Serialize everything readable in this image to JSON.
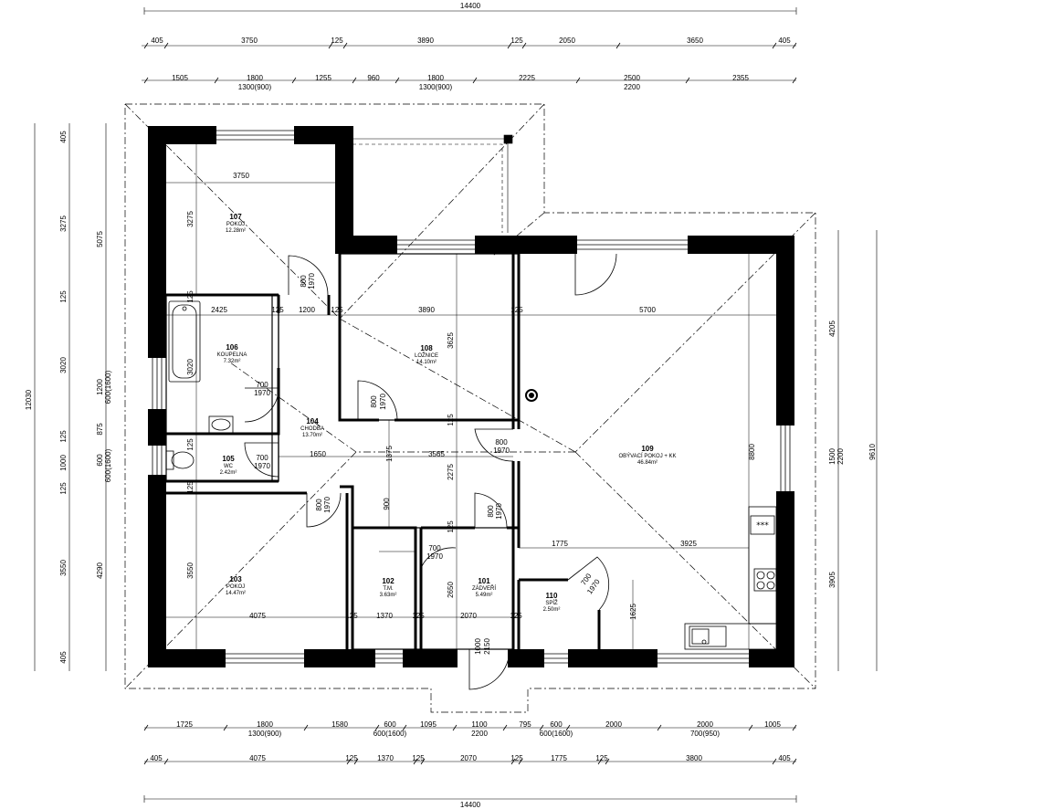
{
  "top_dims": {
    "total": "14400",
    "row1": [
      "405",
      "3750",
      "125",
      "3890",
      "125",
      "2050",
      "3650",
      "405"
    ],
    "row2": [
      "1505",
      "1800",
      "1255",
      "960",
      "1800",
      "2225",
      "2500",
      "2355"
    ],
    "row2_sub": [
      "1300(900)",
      "1300(900)",
      "2200"
    ]
  },
  "bottom_dims": {
    "total": "14400",
    "row1": [
      "1725",
      "1800",
      "1580",
      "600",
      "1095",
      "1100",
      "795",
      "600",
      "2000",
      "2000",
      "1005"
    ],
    "row1_sub": [
      "1300(900)",
      "600(1600)",
      "2200",
      "600(1600)",
      "700(950)"
    ],
    "row2": [
      "405",
      "4075",
      "125",
      "1370",
      "125",
      "2070",
      "125",
      "1775",
      "125",
      "3800",
      "405"
    ]
  },
  "left_dims": {
    "total": "12030",
    "col1": [
      "405",
      "3275",
      "125",
      "3020",
      "125",
      "1000",
      "125",
      "3550",
      "405"
    ],
    "col2": [
      "5075",
      "1200",
      "600(1600)",
      "875",
      "600",
      "600(1600)",
      "4290"
    ]
  },
  "right_dims": {
    "total": "9610",
    "col1": [
      "4205",
      "1500",
      "2200",
      "3905"
    ]
  },
  "rooms": [
    {
      "num": "107",
      "name": "POKOJ",
      "area": "12.28m²"
    },
    {
      "num": "106",
      "name": "KOUPELNA",
      "area": "7.32m²"
    },
    {
      "num": "108",
      "name": "LOŽNICE",
      "area": "14.10m²"
    },
    {
      "num": "109",
      "name": "OBÝVACÍ POKOJ + KK",
      "area": "46.84m²"
    },
    {
      "num": "104",
      "name": "CHODBA",
      "area": "13.70m²"
    },
    {
      "num": "105",
      "name": "WC",
      "area": "2.42m²"
    },
    {
      "num": "103",
      "name": "POKOJ",
      "area": "14.47m²"
    },
    {
      "num": "102",
      "name": "T.M.",
      "area": "3.63m²"
    },
    {
      "num": "101",
      "name": "ZÁDVEŘÍ",
      "area": "5.49m²"
    },
    {
      "num": "110",
      "name": "SPÍŽ",
      "area": "2.50m²"
    }
  ],
  "inner_dims": {
    "r107_w": "3750",
    "r107_h": "3275",
    "r106_w": "2425",
    "r106_h": "3020",
    "c_1200": "1200",
    "c_125a": "125",
    "c_3890": "3890",
    "c_125b": "125",
    "c_5700": "5700",
    "r108_h": "3625",
    "door_800": "800",
    "door_1970": "1970",
    "door_700": "700",
    "c_1650": "1650",
    "c_1375": "1375",
    "c_3565": "3565",
    "c_2275": "2275",
    "c_900": "900",
    "c_8800": "8800",
    "c_1775": "1775",
    "c_3925": "3925",
    "r103_h": "3550",
    "row_4075": "4075",
    "row_125a": "125",
    "row_1370": "1370",
    "row_125b": "125",
    "row_2070": "2070",
    "row_125c": "125",
    "c_2650": "2650",
    "c_1625": "1625",
    "door_1000": "1000",
    "door_2150": "2150",
    "r105_125": "125",
    "r106_125": "125",
    "r103_125": "125"
  }
}
